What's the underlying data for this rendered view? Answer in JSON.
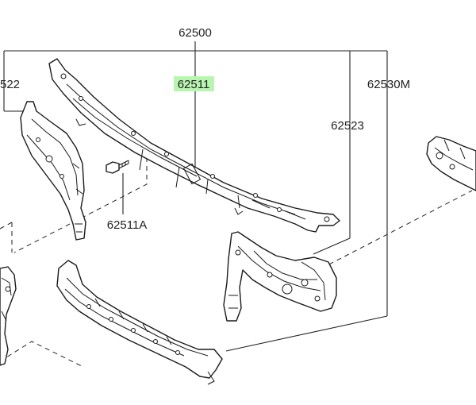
{
  "diagram": {
    "labels": {
      "assembly": "62500",
      "upper_support": "62511",
      "side_left": "522",
      "side_right": "62523",
      "lower_member": "62530M",
      "bolt": "62511A"
    },
    "highlight_color": "#b8f5b0",
    "line_color": "#222222"
  }
}
